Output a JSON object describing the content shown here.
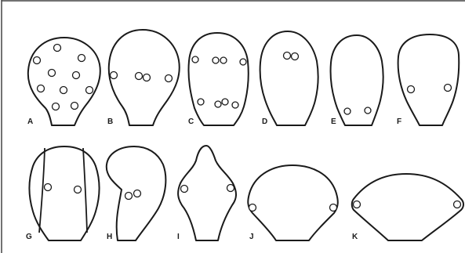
{
  "figure": {
    "panels": [
      {
        "id": "A",
        "label": "A"
      },
      {
        "id": "B",
        "label": "B"
      },
      {
        "id": "C",
        "label": "C"
      },
      {
        "id": "D",
        "label": "D"
      },
      {
        "id": "E",
        "label": "E"
      },
      {
        "id": "F",
        "label": "F"
      },
      {
        "id": "G",
        "label": "G"
      },
      {
        "id": "H",
        "label": "H"
      },
      {
        "id": "I",
        "label": "I"
      },
      {
        "id": "J",
        "label": "J"
      },
      {
        "id": "K",
        "label": "K"
      }
    ],
    "colors": {
      "ink": "#1a1a1a",
      "background": "#ffffff",
      "frame": "#444444"
    }
  }
}
